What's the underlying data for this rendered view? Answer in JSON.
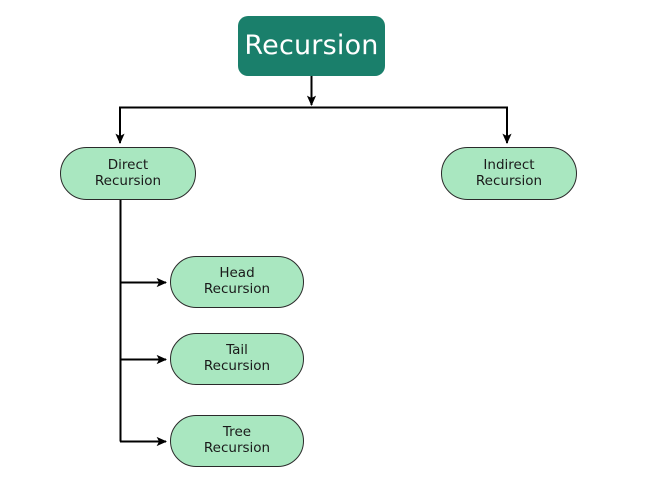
{
  "diagram": {
    "type": "hierarchy-tree",
    "title": "Recursion",
    "background_color": "#ffffff",
    "colors": {
      "root_fill": "#1A7F6B",
      "root_text": "#ffffff",
      "node_fill": "#A9E7C0",
      "node_stroke": "#2A2A2A",
      "node_text": "#1A1A1A",
      "connector": "#000000"
    },
    "nodes": {
      "root": {
        "label": "Recursion",
        "shape": "rounded-rectangle"
      },
      "direct": {
        "label": "Direct\nRecursion",
        "shape": "stadium"
      },
      "indirect": {
        "label": "Indirect\nRecursion",
        "shape": "stadium"
      },
      "head": {
        "label": "Head\nRecursion",
        "shape": "stadium"
      },
      "tail": {
        "label": "Tail\nRecursion",
        "shape": "stadium"
      },
      "tree": {
        "label": "Tree\nRecursion",
        "shape": "stadium"
      }
    },
    "edges": [
      {
        "from": "root",
        "to": "direct",
        "style": "orthogonal-arrow"
      },
      {
        "from": "root",
        "to": "indirect",
        "style": "orthogonal-arrow"
      },
      {
        "from": "direct",
        "to": "head",
        "style": "orthogonal-arrow"
      },
      {
        "from": "direct",
        "to": "tail",
        "style": "orthogonal-arrow"
      },
      {
        "from": "direct",
        "to": "tree",
        "style": "orthogonal-arrow"
      }
    ]
  }
}
